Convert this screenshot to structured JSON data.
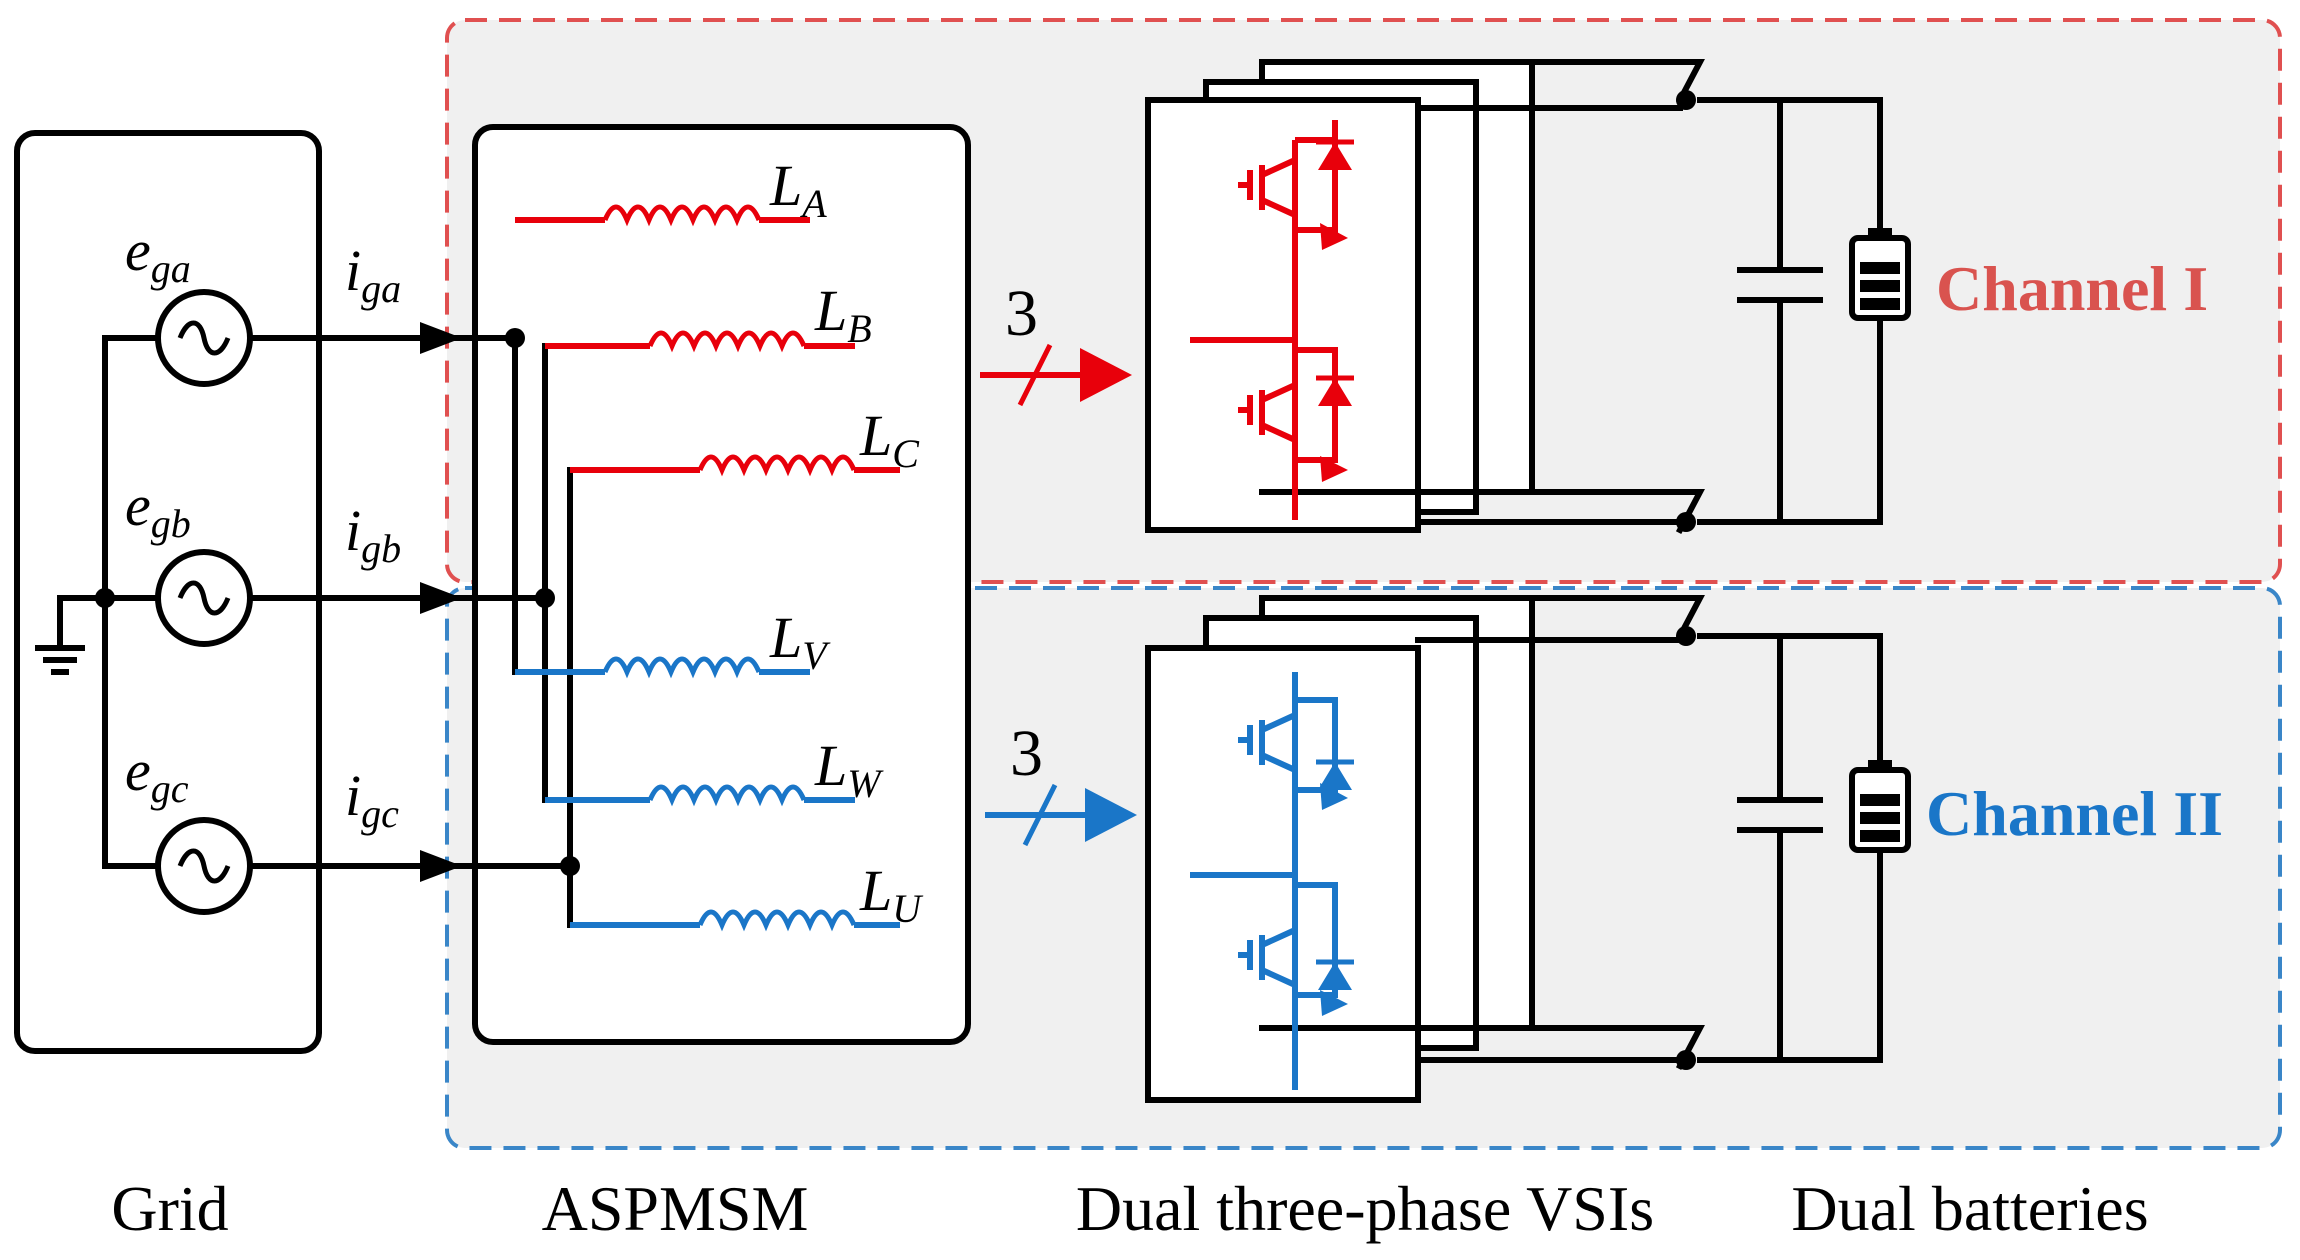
{
  "labels": {
    "grid": "Grid",
    "machine": "ASPMSM",
    "inverters": "Dual three-phase VSIs",
    "batteries": "Dual batteries"
  },
  "sources": [
    {
      "main": "e",
      "sub": "ga"
    },
    {
      "main": "e",
      "sub": "gb"
    },
    {
      "main": "e",
      "sub": "gc"
    }
  ],
  "currents": [
    {
      "main": "i",
      "sub": "ga"
    },
    {
      "main": "i",
      "sub": "gb"
    },
    {
      "main": "i",
      "sub": "gc"
    }
  ],
  "inductors": [
    {
      "main": "L",
      "sub": "A"
    },
    {
      "main": "L",
      "sub": "B"
    },
    {
      "main": "L",
      "sub": "C"
    },
    {
      "main": "L",
      "sub": "V"
    },
    {
      "main": "L",
      "sub": "W"
    },
    {
      "main": "L",
      "sub": "U"
    }
  ],
  "channels": [
    {
      "name": "Channel I",
      "bus_count": "3"
    },
    {
      "name": "Channel II",
      "bus_count": "3"
    }
  ],
  "colors": {
    "channel1": "#e8000b",
    "channel1_text": "#d9534f",
    "channel2": "#1a76c8",
    "channel1_border": "#e05050",
    "channel2_border": "#3a86c8",
    "region_fill": "#f0f0f0"
  }
}
